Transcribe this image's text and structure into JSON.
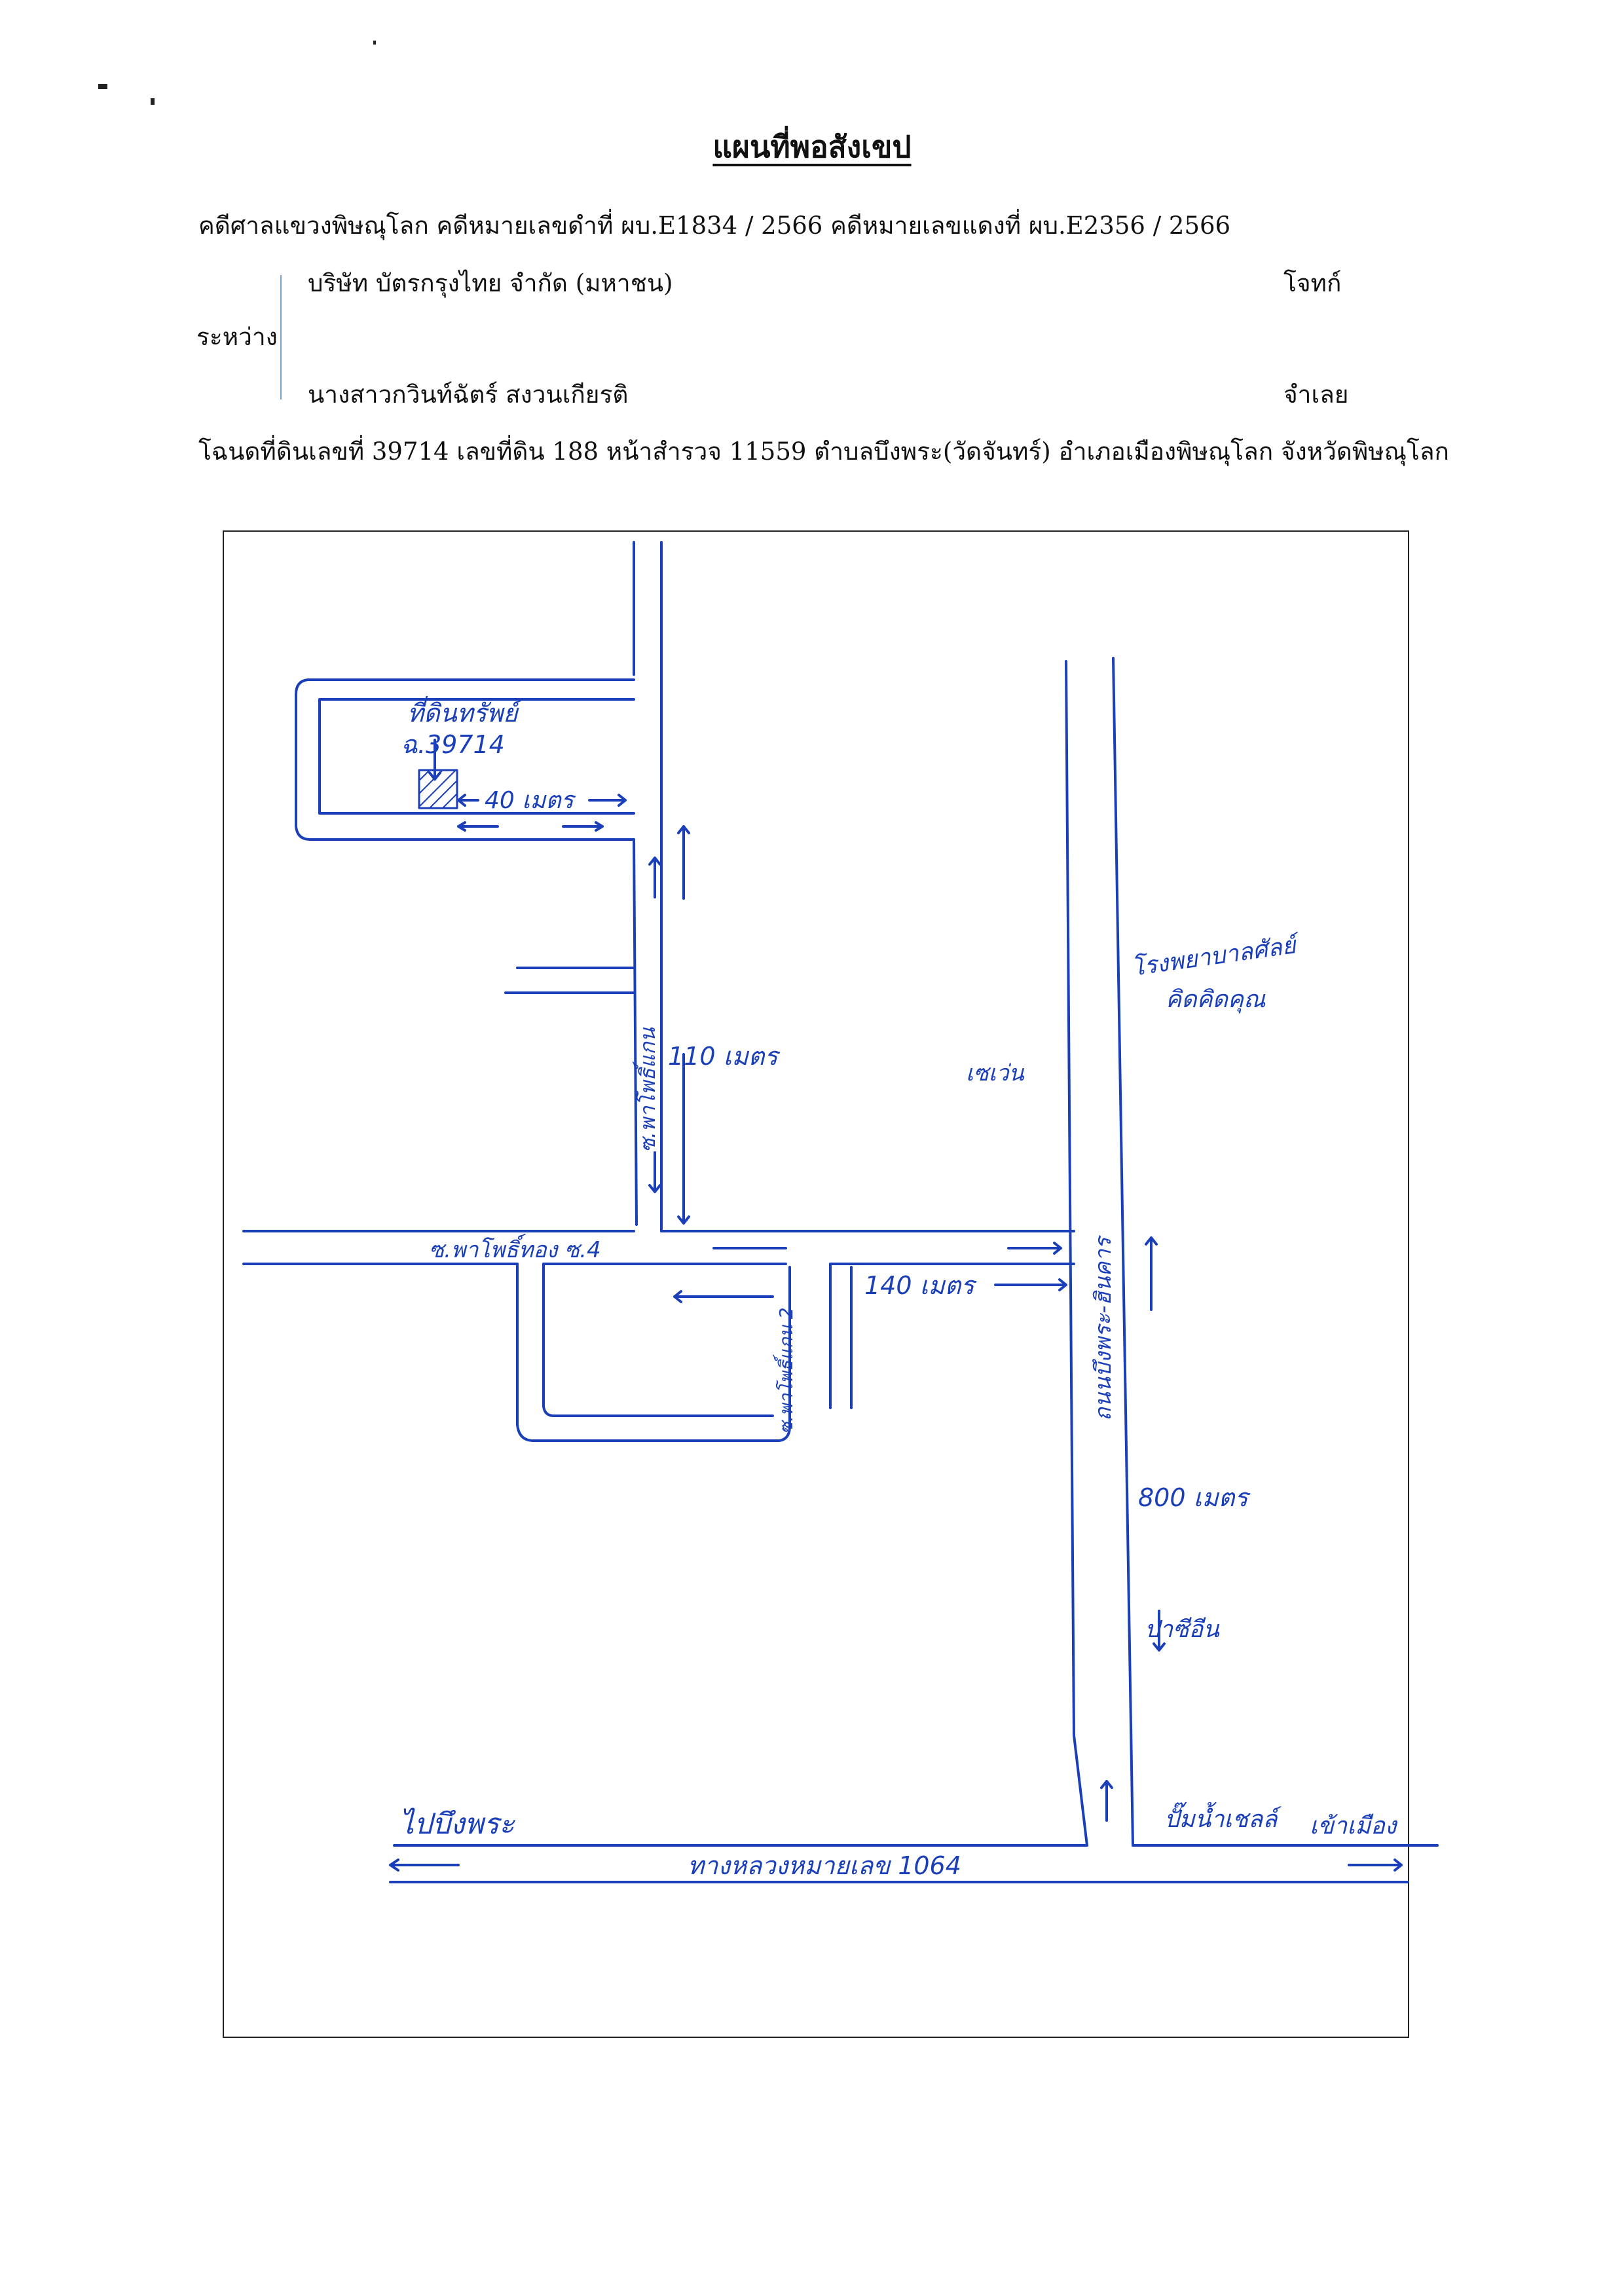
{
  "header": {
    "title": "แผนที่พอสังเขป",
    "case_line": "คดีศาลแขวงพิษณุโลก  คดีหมายเลขดำที่  ผบ.E1834 / 2566  คดีหมายเลขแดงที่  ผบ.E2356 / 2566",
    "plaintiff": "บริษัท บัตรกรุงไทย จำกัด (มหาชน)",
    "plaintiff_role": "โจทก์",
    "between": "ระหว่าง",
    "defendant": "นางสาวกวินท์ฉัตร์  สงวนเกียรติ",
    "defendant_role": "จำเลย",
    "deed_line": "โฉนดที่ดินเลขที่ 39714  เลขที่ดิน 188  หน้าสำรวจ 11559 ตำบลบึงพระ(วัดจันทร์)  อำเภอเมืองพิษณุโลก  จังหวัดพิษณุโลก"
  },
  "map": {
    "stroke_color": "#1a3fb8",
    "labels": {
      "property_title": "ที่ดินทรัพย์",
      "property_deed": "ฉ.39714",
      "dist_top": "40 เมตร",
      "dist_soi": "110 เมตร",
      "soi_vertical": "ซ.พาโพธิ์แกน",
      "main_soi": "ซ.พาโพธิ์ทอง ซ.4",
      "dist_140": "140 เมตร",
      "soi_small": "ซ.พาโพธิ์แกน 2",
      "road_vertical": "ถนนบึงพระ-ฮินคาร",
      "hospital": "โรงพยาบาลศัลย์",
      "hospital2": "คิดคิดคุณ",
      "seven": "เซเว่น",
      "dist_800": "800 เมตร",
      "market": "ป่าซีอีน",
      "gas": "ปั๊มน้ำเชลล์",
      "to_city": "เข้าเมือง",
      "to_bungphra": "ไปบึงพระ",
      "highway": "ทางหลวงหมายเลข 1064"
    }
  }
}
